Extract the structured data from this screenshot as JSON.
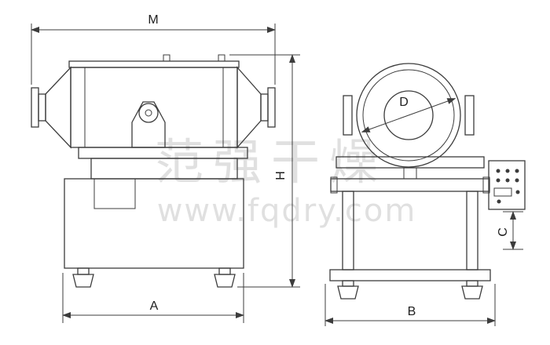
{
  "watermark": {
    "line1": "范强干燥",
    "line2": "www.fqdry.com"
  },
  "dimensions": {
    "m": "M",
    "h": "H",
    "a": "A",
    "d": "D",
    "b": "B",
    "c": "C"
  }
}
